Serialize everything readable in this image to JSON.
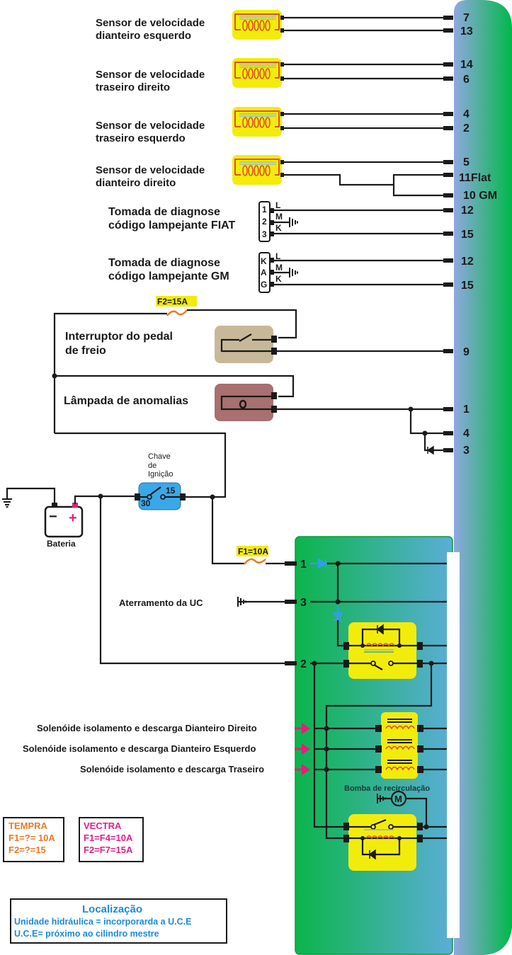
{
  "title": "Diagrama elétrico ABS - Tempra / Vectra",
  "colors": {
    "ecu_gradient_start": "#8fa8e0",
    "ecu_gradient_end": "#00b84a",
    "hydraulic_unit_start": "#0bb54b",
    "hydraulic_unit_end": "#5aaed6",
    "component_yellow": "#f2ec0c",
    "coil_red": "#e05020",
    "fuse_orange": "#f07820",
    "ignition_blue": "#3aa8e8",
    "brake_switch_tan": "#c8b89a",
    "lamp_brown": "#a87070",
    "arrow_magenta": "#e0207a",
    "diode_blue": "#30a0e0",
    "tempra_orange": "#f07820",
    "vectra_magenta": "#e0208a",
    "location_blue": "#1a8ae0"
  },
  "sensors": [
    {
      "line1": "Sensor de velocidade",
      "line2": "dianteiro esquerdo",
      "pins": [
        "7",
        "13"
      ]
    },
    {
      "line1": "Sensor de velocidade",
      "line2": "traseiro direito",
      "pins": [
        "14",
        "6"
      ]
    },
    {
      "line1": "Sensor de velocidade",
      "line2": "traseiro esquerdo",
      "pins": [
        "4",
        "2"
      ]
    },
    {
      "line1": "Sensor de velocidade",
      "line2": "dianteiro direito",
      "pins": [
        "5",
        "11Flat",
        "10 GM"
      ]
    }
  ],
  "diag_fiat": {
    "line1": "Tomada de diagnose",
    "line2": "código lampejante FIAT",
    "connector_pins": [
      "1",
      "2",
      "3"
    ],
    "wire_letters": [
      "L",
      "M",
      "K"
    ],
    "ecu_pins": [
      "12",
      "15"
    ]
  },
  "diag_gm": {
    "line1": "Tomada de diagnose",
    "line2": "código lampejante GM",
    "connector_pins": [
      "K",
      "A",
      "G"
    ],
    "wire_letters": [
      "L",
      "M",
      "K"
    ],
    "ecu_pins": [
      "12",
      "15"
    ]
  },
  "fuse_f2": "F2=15A",
  "fuse_f1": "F1=10A",
  "brake_switch": {
    "line1": "Interruptor do pedal",
    "line2": "de freio",
    "ecu_pin": "9"
  },
  "lamp": {
    "label": "Lâmpada de anomalias",
    "ecu_pins": [
      "1",
      "4",
      "3"
    ]
  },
  "ignition": {
    "line1": "Chave",
    "line2": "de",
    "line3": "Ignição",
    "terminal_in": "30",
    "terminal_out": "15"
  },
  "battery": {
    "label": "Bateria",
    "neg": "−",
    "pos": "+"
  },
  "hydraulic_pins": [
    "1",
    "3",
    "2"
  ],
  "ground_label": "Aterramento da UC",
  "solenoids": [
    "Solenóide isolamento e descarga  Dianteiro Direito",
    "Solenóide isolamento e descarga Dianteiro Esquerdo",
    "Solenóide isolamento e descarga Traseiro"
  ],
  "pump_label": "Bomba de recirculação",
  "motor_symbol": "M",
  "tempra": {
    "title": "TEMPRA",
    "line1": "F1=?= 10A",
    "line2": "F2=?=15"
  },
  "vectra": {
    "title": "VECTRA",
    "line1": "F1=F4=10A",
    "line2": "F2=F7=15A"
  },
  "location": {
    "title": "Localização",
    "line1": "Unidade hidráulica = incorporarda a U.C.E",
    "line2": "U.C.E= próximo ao cilindro mestre"
  }
}
